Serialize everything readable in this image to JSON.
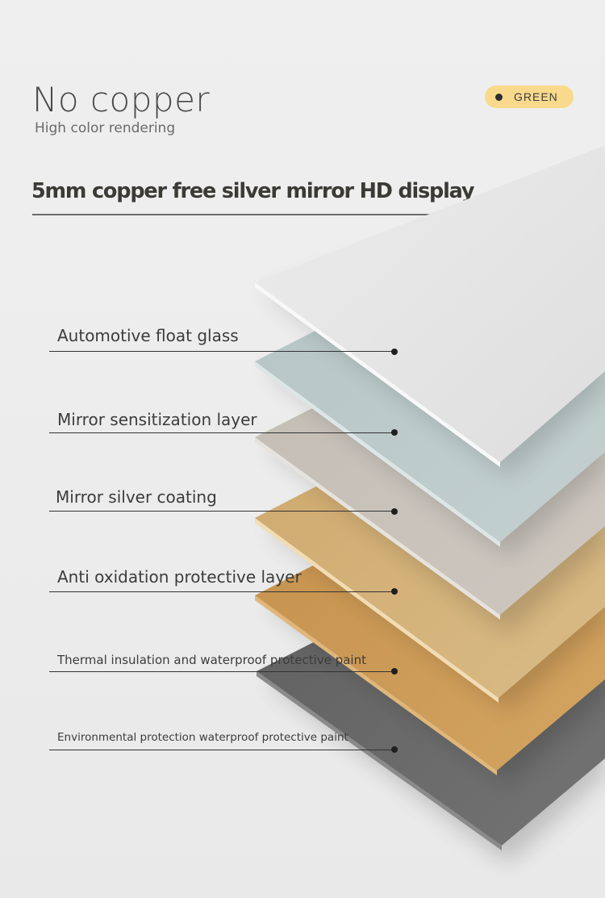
{
  "header": {
    "title": "No copper",
    "subtitle": "High color rendering"
  },
  "badge": {
    "label": "GREEN",
    "color": "#f9d98c"
  },
  "section": {
    "heading": "5mm copper free silver mirror HD display"
  },
  "layers": [
    {
      "label": "Automotive float glass",
      "color": "#e4e4e4"
    },
    {
      "label": "Mirror sensitization layer",
      "color": "#bccaca"
    },
    {
      "label": "Mirror silver coating",
      "color": "#c7c1ba"
    },
    {
      "label": "Anti oxidation protective layer",
      "color": "#d3b27a"
    },
    {
      "label": "Thermal insulation and waterproof protective paint",
      "color": "#cc9a58"
    },
    {
      "label": "Environmental protection waterproof protective paint",
      "color": "#686868"
    }
  ]
}
